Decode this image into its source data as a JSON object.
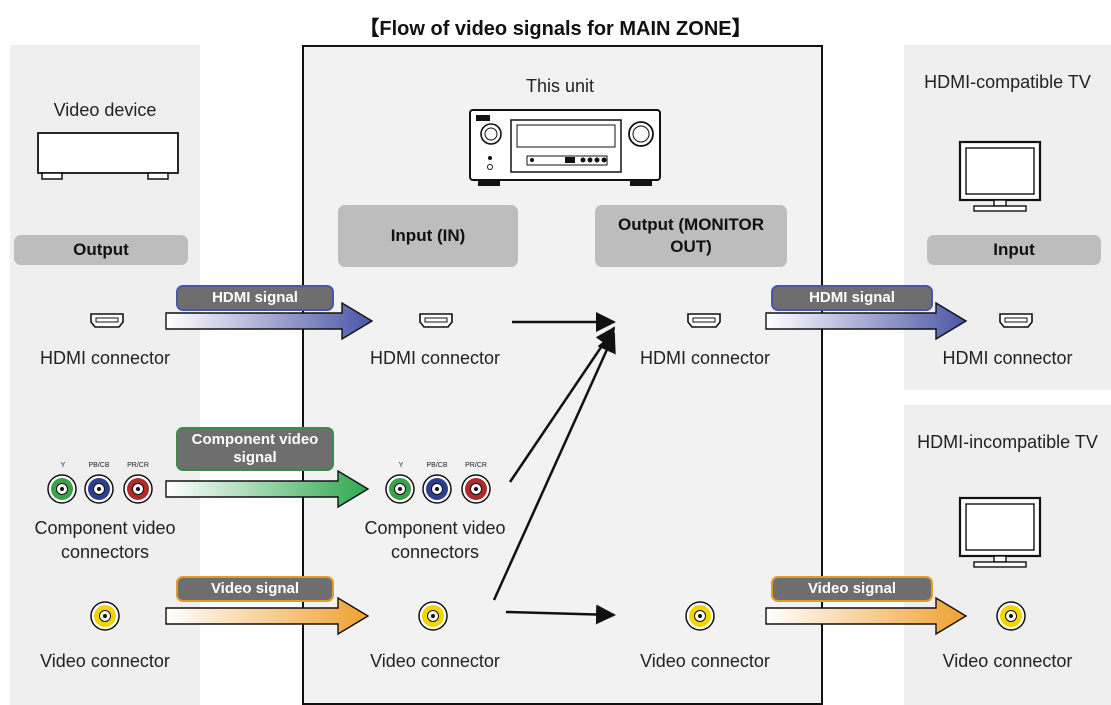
{
  "title": "【Flow of video signals for MAIN ZONE】",
  "left": {
    "device_label": "Video device",
    "header": "Output",
    "hdmi_label": "HDMI connector",
    "component_label": "Component video connectors",
    "video_label": "Video connector"
  },
  "unit": {
    "label": "This unit",
    "input_header": "Input (IN)",
    "output_header": "Output (MONITOR OUT)",
    "input_hdmi_label": "HDMI connector",
    "input_component_label": "Component video connectors",
    "input_video_label": "Video connector",
    "output_hdmi_label": "HDMI connector",
    "output_video_label": "Video connector"
  },
  "right_top": {
    "tv_label": "HDMI-compatible TV",
    "header": "Input",
    "hdmi_label": "HDMI connector"
  },
  "right_bottom": {
    "tv_label": "HDMI-incompatible TV",
    "video_label": "Video connector"
  },
  "signals": {
    "hdmi": "HDMI signal",
    "component": "Component video signal",
    "video": "Video signal"
  },
  "component_pins": [
    "Y",
    "PB/CB",
    "PR/CR"
  ],
  "colors": {
    "hdmi_arrow": "#4a56a6",
    "component_arrow": "#2fa84f",
    "video_arrow": "#f0a030",
    "panel": "#efefef"
  }
}
